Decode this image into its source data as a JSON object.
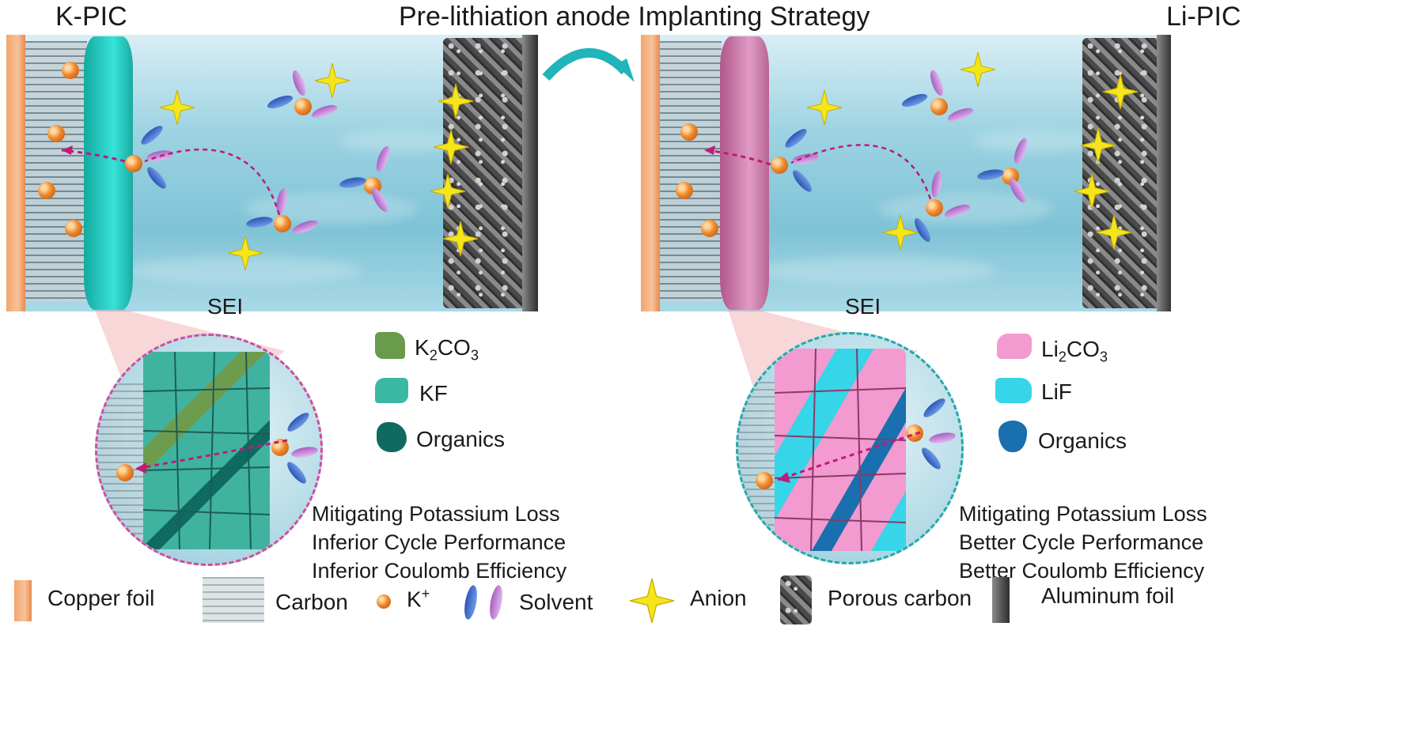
{
  "header": {
    "left_title": "K-PIC",
    "center_title": "Pre-lithiation anode Implanting Strategy",
    "right_title": "Li-PIC"
  },
  "left_panel": {
    "sei_label": "SEI",
    "components": [
      {
        "name_main": "K",
        "sub1": "2",
        "mid": "CO",
        "sub2": "3",
        "color": "#6a9a4c"
      },
      {
        "name_main": "KF",
        "color": "#3bb8a4"
      },
      {
        "name_main": "Organics",
        "color": "#0f6b62"
      }
    ],
    "notes": [
      "Mitigating Potassium Loss",
      "Inferior Cycle Performance",
      "Inferior Coulomb Efficiency"
    ],
    "sei_wall_color": "#2fd3c8",
    "circle_border": "#d64a9c"
  },
  "right_panel": {
    "sei_label": "SEI",
    "components": [
      {
        "name_main": "Li",
        "sub1": "2",
        "mid": "CO",
        "sub2": "3",
        "color": "#f39ad0"
      },
      {
        "name_main": "LiF",
        "color": "#37d5e8"
      },
      {
        "name_main": "Organics",
        "color": "#1a6fae"
      }
    ],
    "notes": [
      "Mitigating Potassium Loss",
      "Better Cycle Performance",
      "Better Coulomb Efficiency"
    ],
    "sei_wall_color": "#d58ab8",
    "circle_border": "#21a8a8"
  },
  "legend": {
    "copper": "Copper foil",
    "carbon": "Carbon",
    "ion_main": "K",
    "ion_sup": "+",
    "solvent": "Solvent",
    "anion": "Anion",
    "porous": "Porous carbon",
    "aluminum": "Aluminum foil"
  }
}
